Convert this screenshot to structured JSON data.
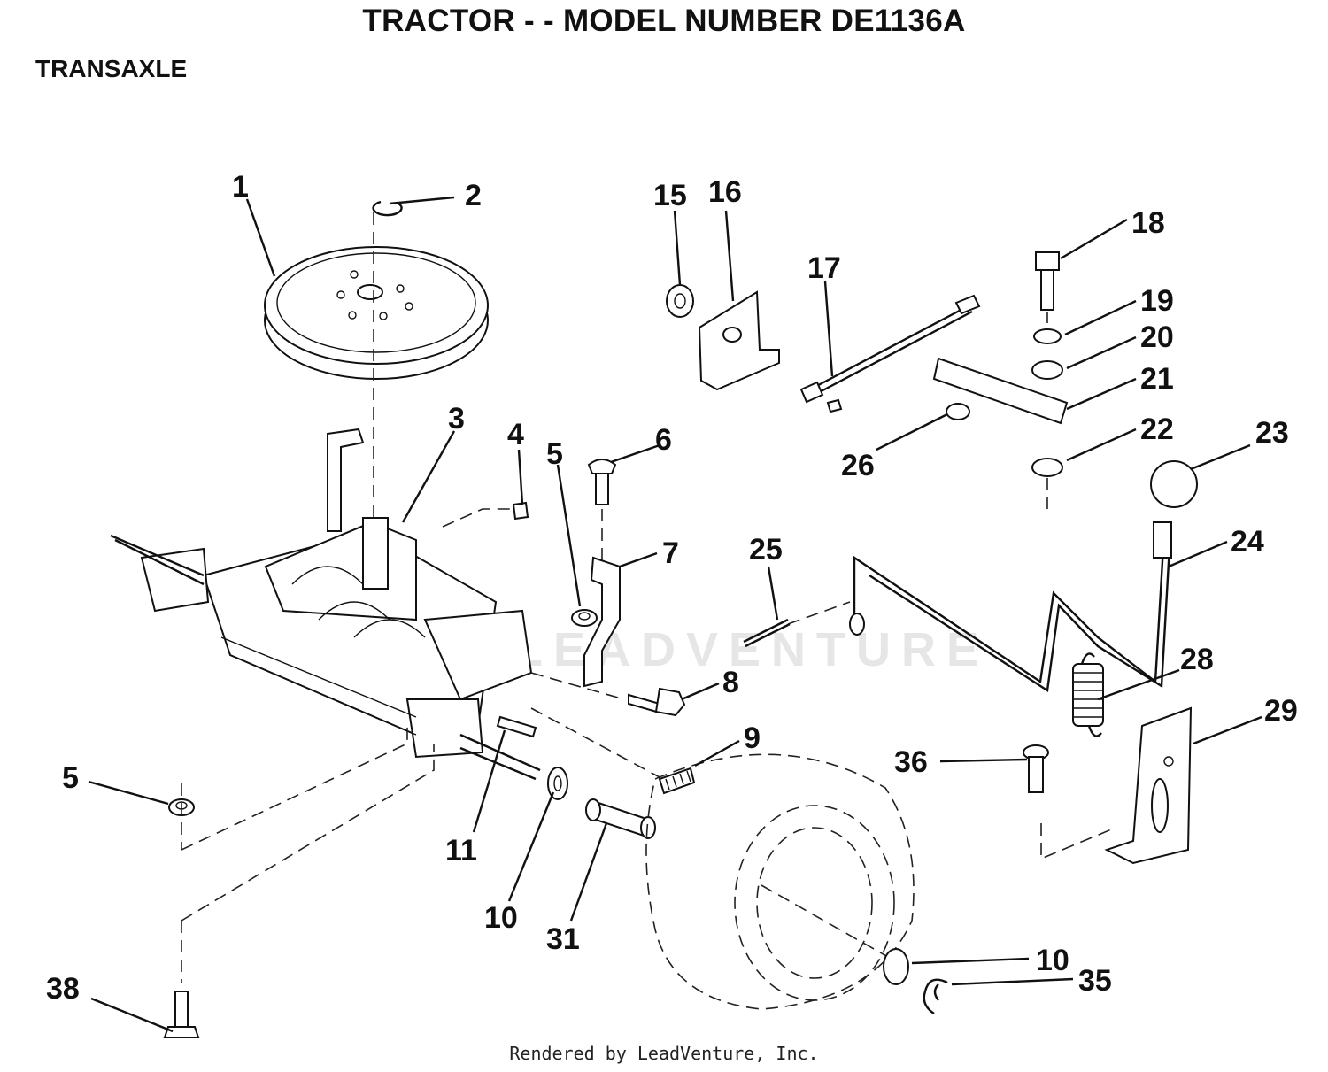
{
  "header": {
    "title": "TRACTOR - - MODEL NUMBER DE1136A",
    "section": "TRANSAXLE"
  },
  "watermark": "LEADVENTURE",
  "footer": "Rendered by LeadVenture, Inc.",
  "callouts": [
    "1",
    "2",
    "3",
    "4",
    "5",
    "6",
    "7",
    "8",
    "9",
    "10",
    "11",
    "15",
    "16",
    "17",
    "18",
    "19",
    "20",
    "21",
    "22",
    "23",
    "24",
    "25",
    "26",
    "28",
    "29",
    "31",
    "35",
    "36",
    "38",
    "5",
    "10"
  ]
}
